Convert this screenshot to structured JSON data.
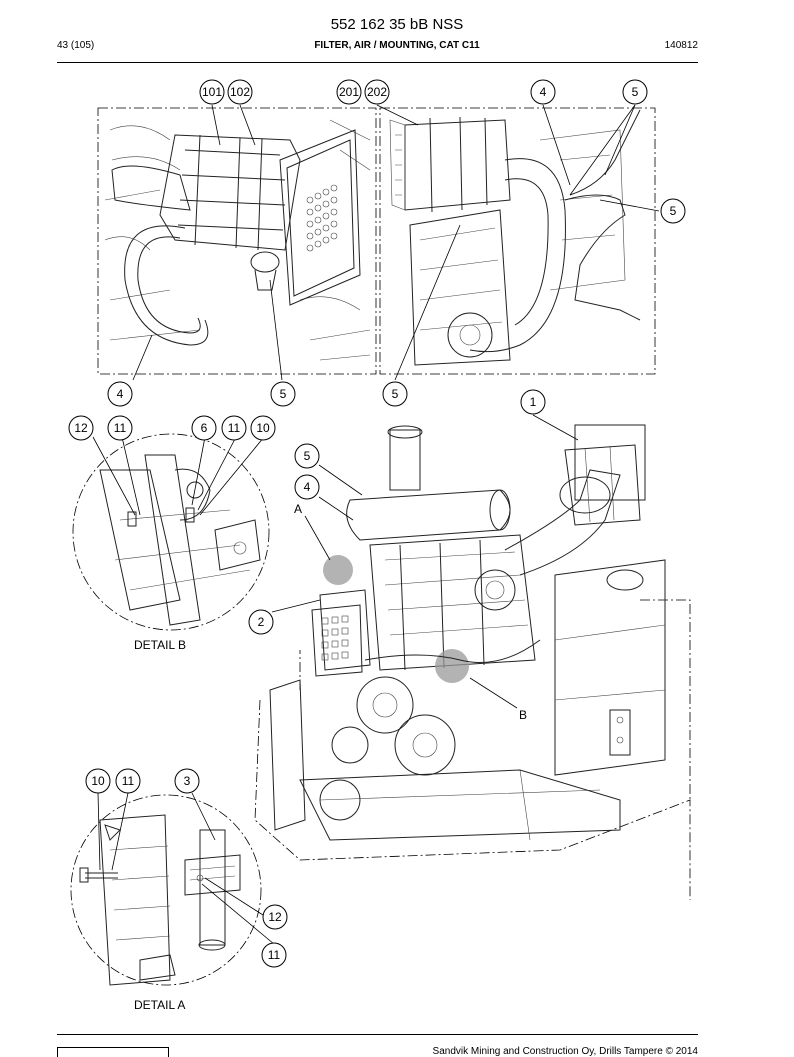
{
  "header": {
    "doc_number": "552 162 35 bB NSS",
    "page": "43 (105)",
    "title": "FILTER, AIR / MOUNTING, CAT C11",
    "date": "140812"
  },
  "footer": {
    "text": "Sandvik Mining and Construction Oy, Drills Tampere © 2014"
  },
  "labels": {
    "detail_b": "DETAIL B",
    "detail_a": "DETAIL A",
    "marker_a": "A",
    "marker_b": "B"
  },
  "callouts": {
    "c101": "101",
    "c102": "102",
    "c201": "201",
    "c202": "202",
    "c4_top": "4",
    "c5_top": "5",
    "c5_right": "5",
    "c4_left": "4",
    "c5_mid_left": "5",
    "c5_mid_right": "5",
    "c1": "1",
    "c12_b": "12",
    "c11_b1": "11",
    "c6": "6",
    "c11_b2": "11",
    "c10_b": "10",
    "c5_main": "5",
    "c4_main": "4",
    "c2": "2",
    "c10_a": "10",
    "c11_a1": "11",
    "c3": "3",
    "c12_a": "12",
    "c11_a2": "11"
  }
}
